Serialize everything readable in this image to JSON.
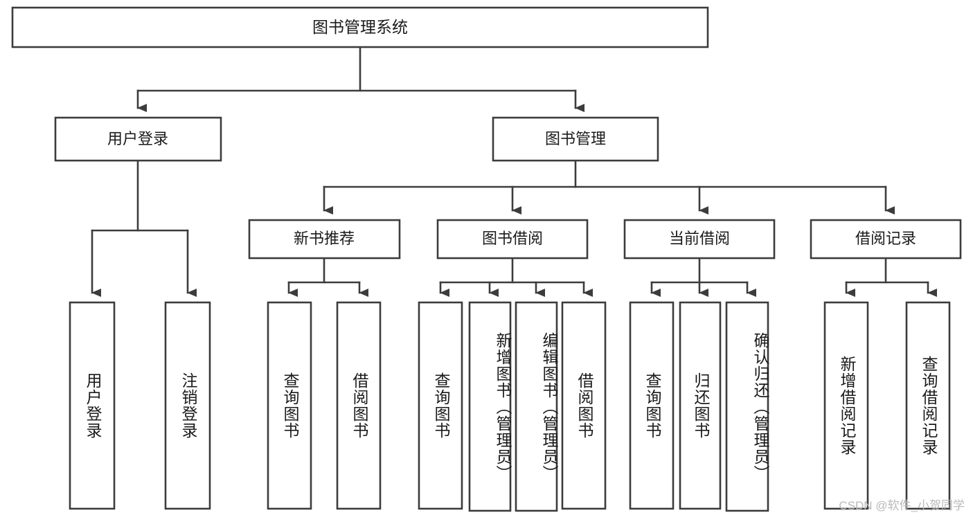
{
  "diagram": {
    "title": "图书管理系统",
    "type": "tree-hierarchy",
    "root": {
      "label": "图书管理系统"
    },
    "level2": [
      {
        "label": "用户登录"
      },
      {
        "label": "图书管理"
      }
    ],
    "level3": [
      {
        "label": "新书推荐"
      },
      {
        "label": "图书借阅"
      },
      {
        "label": "当前借阅"
      },
      {
        "label": "借阅记录"
      }
    ],
    "leaves": {
      "user_login": [
        {
          "label": "用户登录"
        },
        {
          "label": "注销登录"
        }
      ],
      "new_book_recommend": [
        {
          "label": "查询图书"
        },
        {
          "label": "借阅图书"
        }
      ],
      "book_borrow": [
        {
          "label": "查询图书"
        },
        {
          "label": "新增图书（管理员）"
        },
        {
          "label": "编辑图书（管理员）"
        },
        {
          "label": "借阅图书"
        }
      ],
      "current_borrow": [
        {
          "label": "查询图书"
        },
        {
          "label": "归还图书"
        },
        {
          "label": "确认归还（管理员）"
        }
      ],
      "borrow_record": [
        {
          "label": "新增借阅记录"
        },
        {
          "label": "查询借阅记录"
        }
      ]
    }
  },
  "watermark": {
    "text": "CSDN @软件_小贺同学"
  },
  "colors": {
    "stroke": "#3c3c3c",
    "fill": "#ffffff",
    "text": "#1a1a1a",
    "watermark": "#b9b9b9"
  }
}
